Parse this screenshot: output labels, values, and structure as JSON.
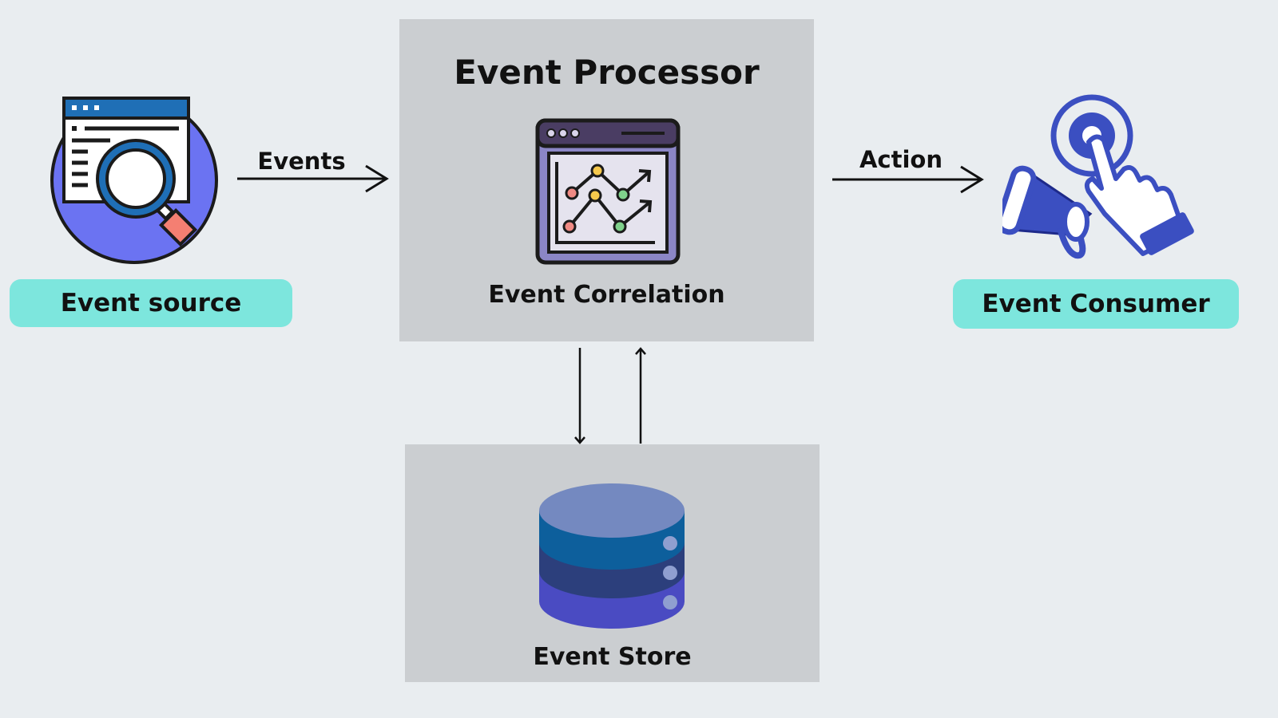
{
  "source": {
    "label": "Event source"
  },
  "edges": {
    "events_label": "Events",
    "action_label": "Action"
  },
  "processor": {
    "title": "Event Processor",
    "caption": "Event Correlation"
  },
  "consumer": {
    "label": "Event Consumer"
  },
  "store": {
    "label": "Event Store"
  },
  "colors": {
    "background": "#e9edf0",
    "panel": "#cbced1",
    "pill": "#7de6dd",
    "source_circle": "#6b73f2",
    "window_bar": "#1f6fb6",
    "consumer_blue": "#3b4fc1",
    "db_top": "#7489c0",
    "db_mid": "#0d5f9c",
    "db_low": "#2c3f7c",
    "db_bottom": "#4a4bc2"
  }
}
